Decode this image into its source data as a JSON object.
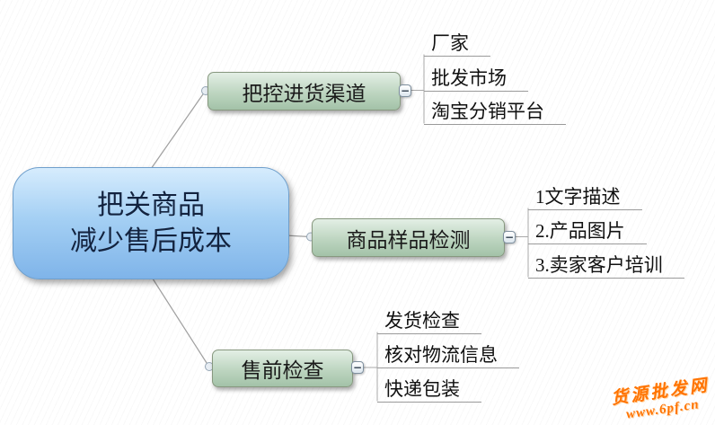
{
  "root": {
    "lines": [
      "把关商品",
      "减少售后成本"
    ]
  },
  "branches": [
    {
      "label": "把控进货渠道",
      "children": [
        "厂家",
        "批发市场",
        "淘宝分销平台"
      ]
    },
    {
      "label": "商品样品检测",
      "children": [
        "1文字描述",
        "2.产品图片",
        "3.卖家客户培训"
      ]
    },
    {
      "label": "售前检查",
      "children": [
        "发货检查",
        "核对物流信息",
        "快递包装"
      ]
    }
  ],
  "icons": {
    "collapse": "−"
  },
  "watermark": {
    "site_name": "货源批发网",
    "url": "www.6pf.cn"
  },
  "colors": {
    "root_fill_top": "#d6ecfd",
    "root_fill_bottom": "#7fb4e9",
    "branch_fill_top": "#e3efe5",
    "branch_fill_bottom": "#a3c2a8",
    "connector": "#a9a9a9",
    "watermark": "#ff7300"
  }
}
